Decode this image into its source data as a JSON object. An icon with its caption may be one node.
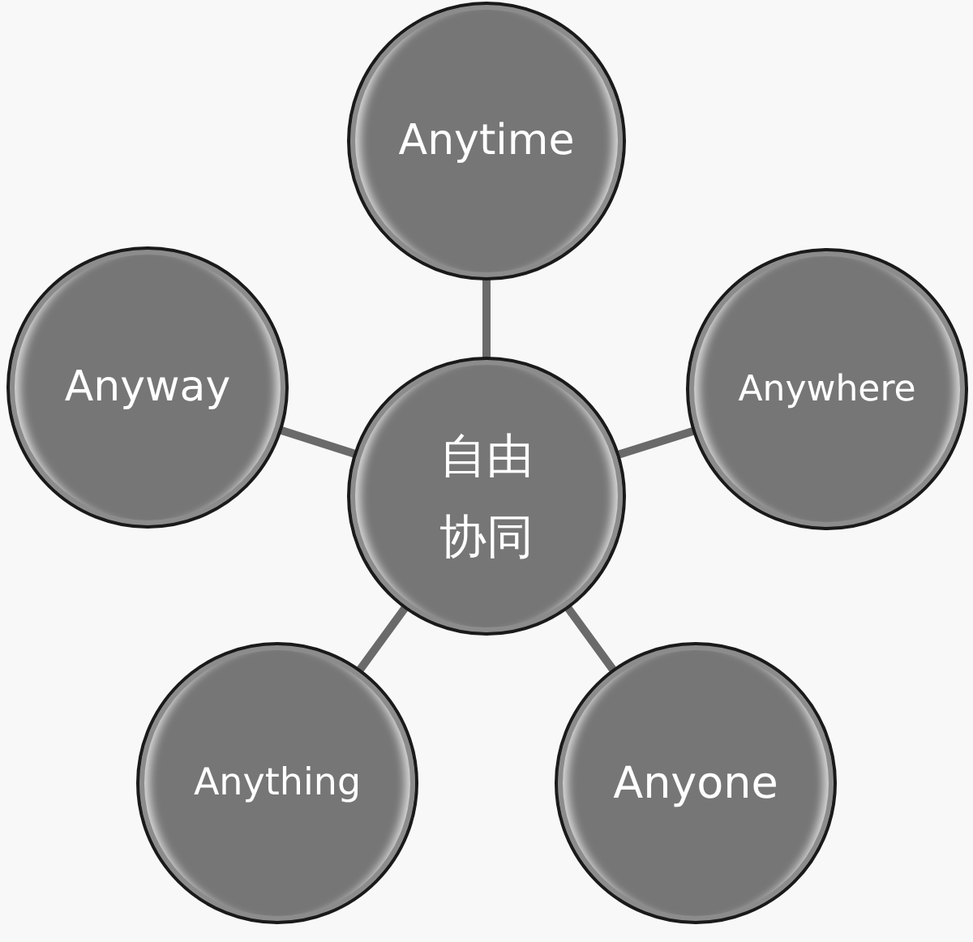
{
  "diagram": {
    "nodes": [
      {
        "text": [
          "Anytime"
        ]
      },
      {
        "text": [
          "Anyway"
        ]
      },
      {
        "text": [
          "Anywhere"
        ]
      },
      {
        "text": [
          "自由协同"
        ]
      },
      {
        "text": [
          "Anything"
        ]
      },
      {
        "text": [
          "Anyone"
        ]
      }
    ],
    "edges": [
      {
        "from": 3,
        "to": 0,
        "arrow": "none"
      },
      {
        "from": 3,
        "to": 2,
        "arrow": "none"
      },
      {
        "from": 3,
        "to": 5,
        "arrow": "none"
      },
      {
        "from": 3,
        "to": 4,
        "arrow": "none"
      },
      {
        "from": 3,
        "to": 1,
        "arrow": "none"
      }
    ]
  }
}
